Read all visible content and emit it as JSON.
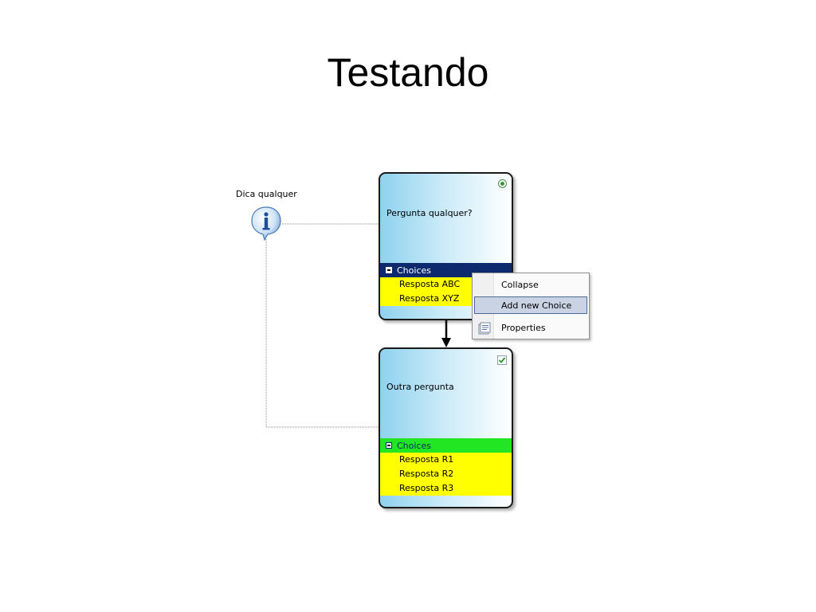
{
  "slide": {
    "title": "Testando"
  },
  "hint": {
    "label": "Dica qualquer",
    "icon": "info-balloon-icon"
  },
  "questions": [
    {
      "text": "Pergunta qualquer?",
      "indicator_icon": "radio-selected-icon",
      "choices_label": "Choices",
      "choices_header_color": "#0e2a6e",
      "choices": [
        "Resposta ABC",
        "Resposta XYZ"
      ]
    },
    {
      "text": "Outra pergunta",
      "indicator_icon": "checkbox-checked-icon",
      "choices_label": "Choices",
      "choices_header_color": "#22e622",
      "choices": [
        "Resposta R1",
        "Resposta R2",
        "Resposta R3"
      ]
    }
  ],
  "context_menu": {
    "items": [
      {
        "label": "Collapse"
      },
      {
        "label": "Add new Choice",
        "highlighted": true
      },
      {
        "label": "Properties",
        "icon": "properties-icon"
      }
    ]
  },
  "colors": {
    "choices_bg": "#ffff00",
    "node_gradient_start": "#8fd2ee",
    "menu_highlight": "#c9d3e4"
  }
}
